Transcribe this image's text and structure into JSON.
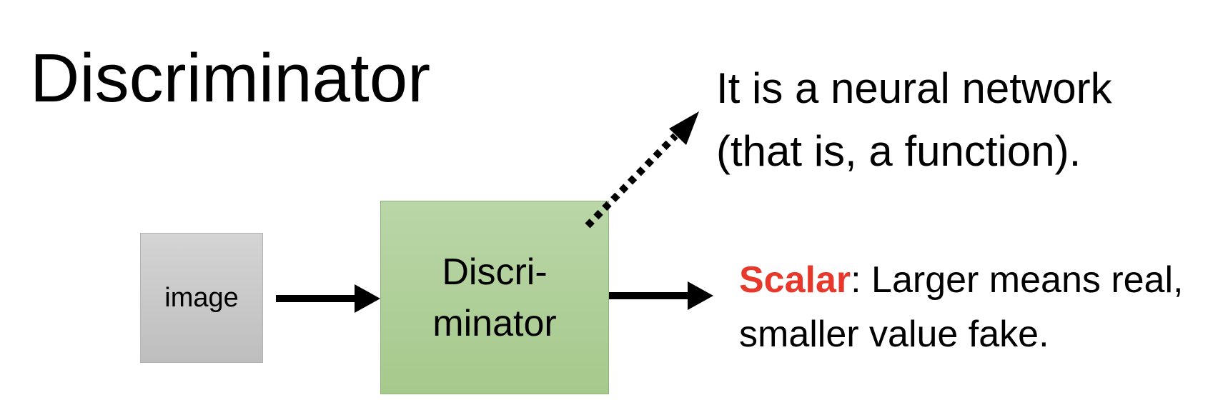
{
  "slide": {
    "title": "Discriminator"
  },
  "note_top": {
    "line1": "It is a neural network",
    "line2": "(that is, a function)."
  },
  "input_box": {
    "label": "image"
  },
  "discriminator_box": {
    "line1": "Discri-",
    "line2": "minator"
  },
  "output_note": {
    "highlight": "Scalar",
    "line1_rest": ": Larger means real,",
    "line2": "smaller value fake."
  },
  "colors": {
    "highlight": "#e8382c",
    "discriminator_fill": "#b2d19e",
    "input_fill": "#c9c9c9"
  }
}
